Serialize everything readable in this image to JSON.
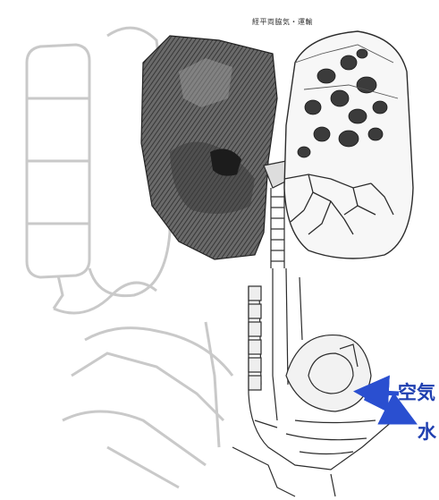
{
  "figure": {
    "caption": "経平両脇気・運輸",
    "labels": {
      "air": "空気",
      "water": "水"
    }
  },
  "colors": {
    "label_blue": "#1f3fb0",
    "arrow_blue": "#2a4fd0",
    "faint_outline": "#c9c9c9",
    "dark_ink": "#2c2c2c"
  },
  "icons": {
    "air_arrow": "arrow-left-icon",
    "water_arrow": "arrow-down-right-icon"
  }
}
